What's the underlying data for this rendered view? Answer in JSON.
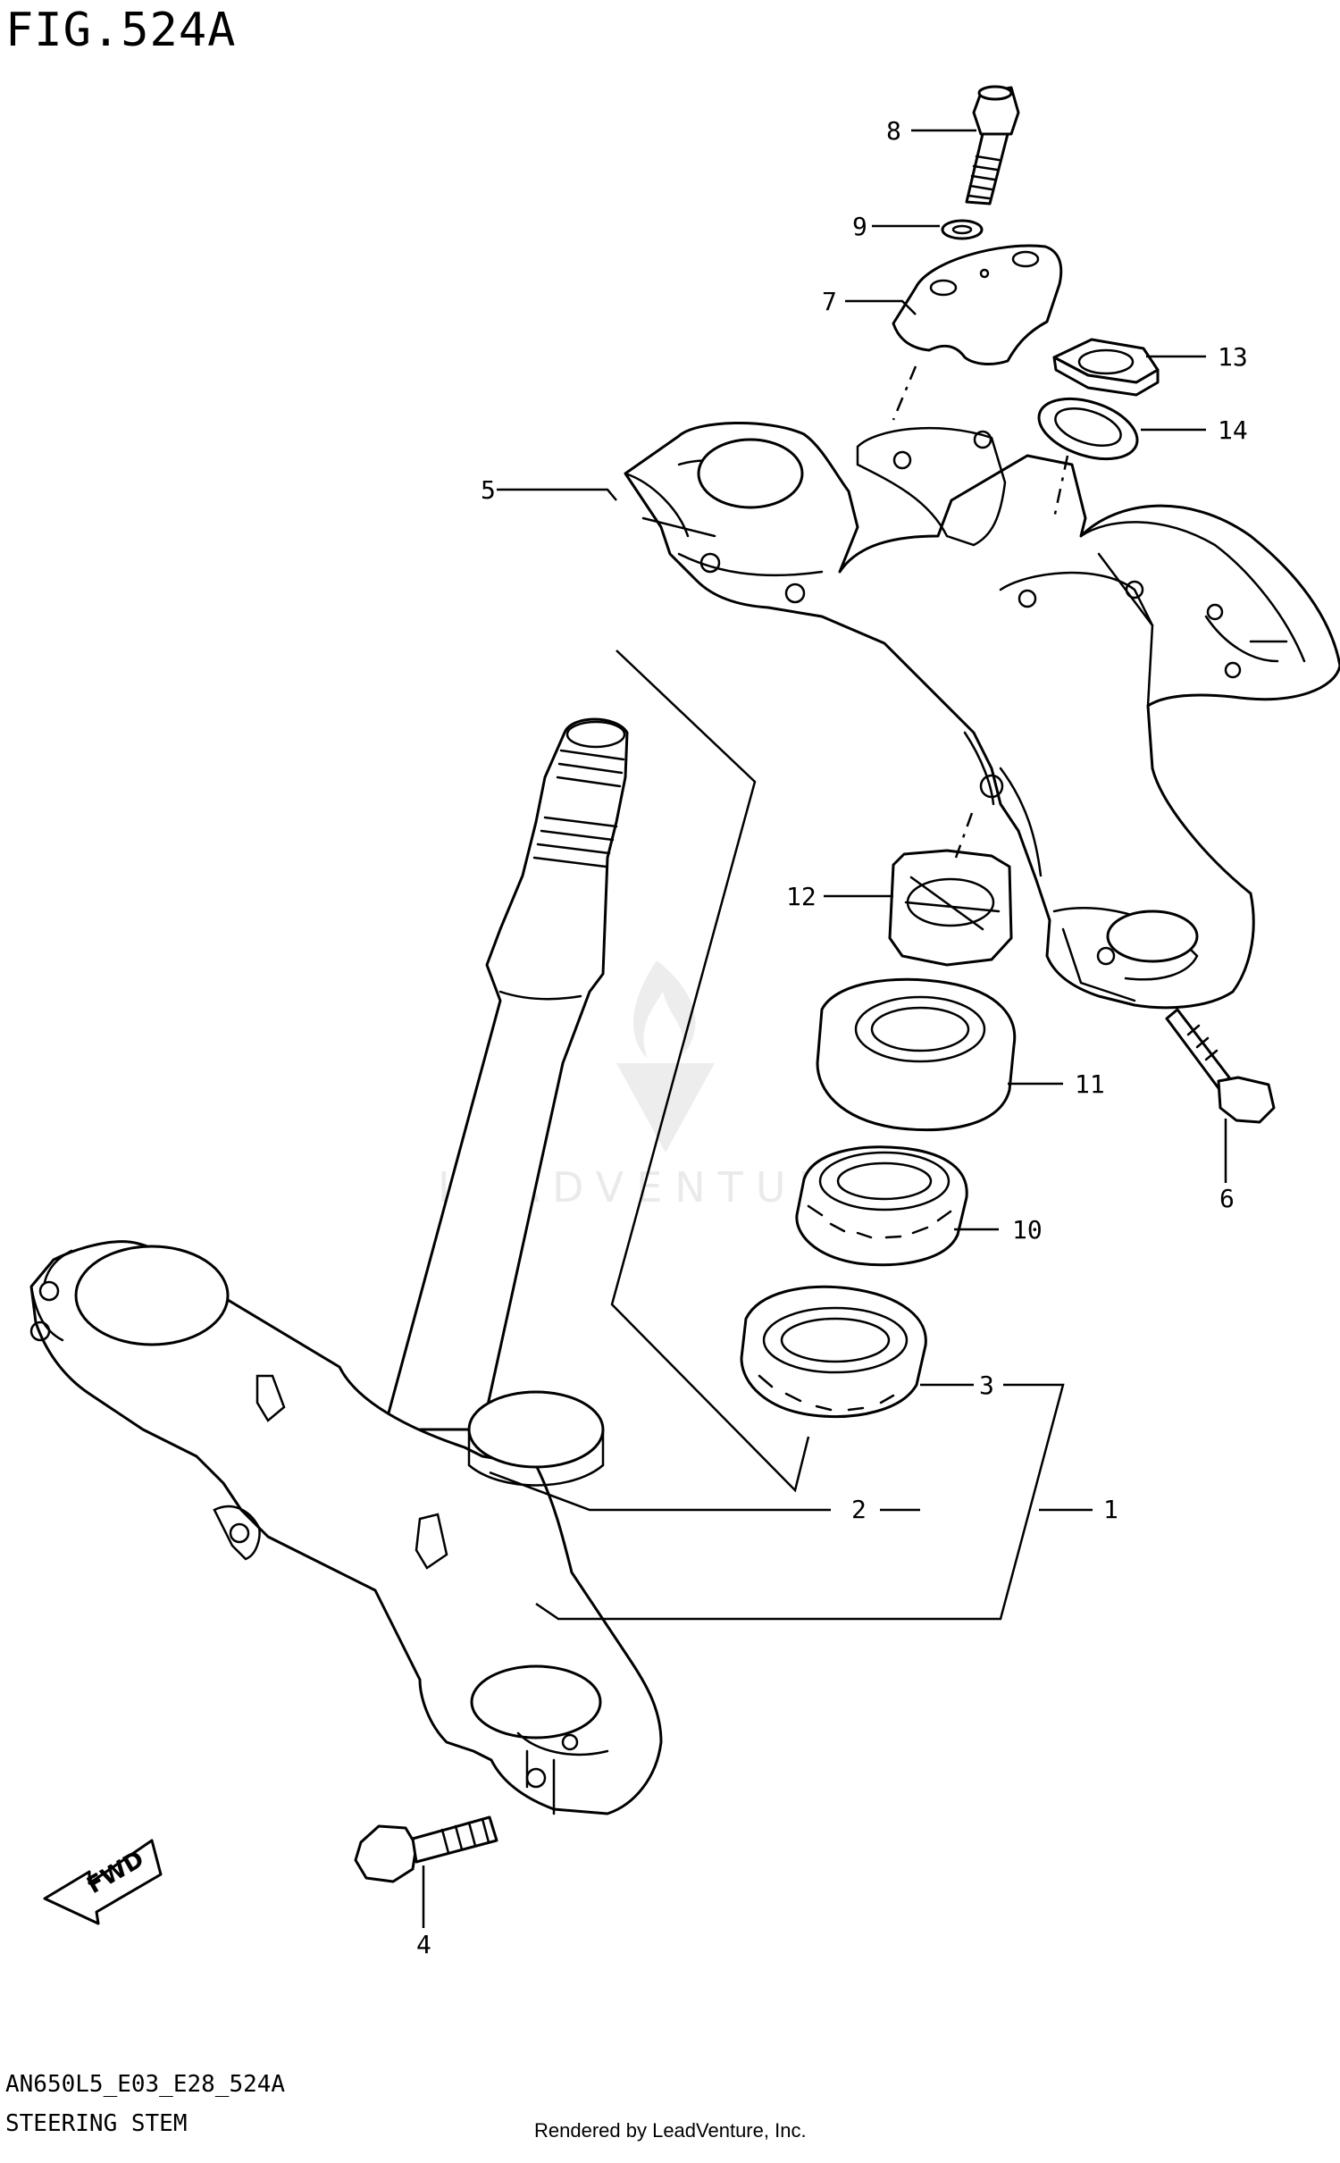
{
  "figure": {
    "title": "FIG.524A",
    "code": "AN650L5_E03_E28_524A",
    "subtitle": "STEERING STEM",
    "rendered_by": "Rendered by LeadVenture, Inc.",
    "direction_label": "FWD",
    "watermark": "LEADVENTURE"
  },
  "callouts": [
    "1",
    "2",
    "3",
    "4",
    "5",
    "6",
    "7",
    "8",
    "9",
    "10",
    "11",
    "12",
    "13",
    "14"
  ]
}
